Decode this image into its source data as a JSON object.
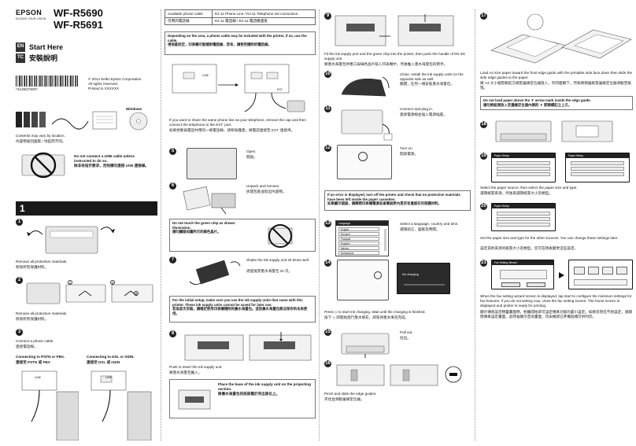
{
  "brand": {
    "logo": "EPSON",
    "tagline": "EXCEED YOUR VISION",
    "model1": "WF-R5690",
    "model2": "WF-R5691"
  },
  "languages": [
    {
      "code": "EN",
      "title": "Start Here"
    },
    {
      "code": "TC",
      "title": "安裝說明"
    }
  ],
  "doc": {
    "code": "*412847400*",
    "copyright": "© 2014 Seiko Epson Corporation.",
    "rights": "All rights reserved.",
    "printed": "Printed in XXXXXX",
    "windows_label": "Windows"
  },
  "col1": {
    "contents_en": "Contents may vary by location.",
    "contents_zh": "內容物會因國家 / 地區而不同。",
    "usb_en": "Do not connect a USB cable unless instructed to do so.",
    "usb_zh": "除非有指示要求，否則請勿連接 USB 連接線。",
    "section": "1",
    "step1_num": "1",
    "step1_en": "Remove all protective materials.",
    "step1_zh": "移除所有保護材料。",
    "step2_num": "2",
    "step2_en": "Remove all protective materials.",
    "step2_zh": "移除所有保護材料。",
    "step2_sub": [
      "1",
      "2",
      "3"
    ],
    "step3_num": "3",
    "step3_en": "Connect a phone cable.",
    "step3_zh": "連接電話線。",
    "pstn_en": "Connecting to PSTN or PBX.",
    "pstn_zh": "連接至 PSTN 或 PBX",
    "dsl_en": "Connecting to DSL or ISDN.",
    "dsl_zh": "連接至 DSL 或 ISDN",
    "line_label": "LINE"
  },
  "col2": {
    "table_rows": [
      [
        "Available phone cable",
        "RJ-11 Phone Line / RJ-11 Telephone set connection."
      ],
      [
        "可用的電話線",
        "RJ-11 電話線 / RJ-11 電話機連接"
      ]
    ],
    "dep_en": "Depending on the area, a phone cable may be included with the printer, if so, use the cable.",
    "dep_zh": "視地區而定，印表機可能隨附電話線，若有，請使用隨附的電話線。",
    "line_label": "LINE",
    "ext_label": "EXT.",
    "share_en": "If you want to share the same phone line as your telephone, remove the cap and then connect the telephone to the EXT. port.",
    "share_zh": "如果想要與電話共用同一條電話線，請移除護蓋，將電話連接至 EXT. 連接埠。",
    "step5_num": "5",
    "step5_en": "Open.",
    "step5_zh": "開啟。",
    "step6_num": "6",
    "step6_en": "Unpack and remove.",
    "step6_zh": "拆開包裝並取出內容物。",
    "chip_en": "Do not touch the green chip as shown illustration.",
    "chip_zh": "請勿觸碰如圖所示的綠色晶片。",
    "step7_num": "7",
    "step7_en": "Shake the ink supply unit 20 times well.",
    "step7_zh": "適當搖晃墨水海量包 20 次。",
    "init_en": "For the initial setup, make sure you use the ink supply units that came with this printer. These ink supply units cannot be saved for later use.",
    "init_zh": "若為首次安裝，請確定使用印表機隨附的墨水海量包。這些墨水海量包無法保存供未來使用。",
    "step8_num": "8",
    "step8_en": "Push to insert the ink supply unit.",
    "step8_zh": "將墨水海量包推入。",
    "base_en": "Place the base of the ink supply unit on the projecting section.",
    "base_zh": "將墨水海量包的底部靠於突出部位上。"
  },
  "col3": {
    "step9_num": "9",
    "step9_en": "Fit the ink supply port and the green chip into the printer, then push the handle of the ink supply unit.",
    "step9_zh": "將墨水海量包供墨口與綠色晶片裝入印表機中，然後推入墨水海量包的把手。",
    "step10_num": "10",
    "step10_en": "Close. Install the ink supply units on the opposite side as well.",
    "step10_zh": "關閉，在另一側安裝墨水海量包。",
    "step11_num": "11",
    "step11_en": "Connect and plug in.",
    "step11_zh": "連接電源線並插入電源插座。",
    "step12_num": "12",
    "step12_en": "Turn on.",
    "step12_zh": "開啟電源。",
    "err_en": "If an error is displayed, turn off the printer and check that no protective materials have been left inside the paper cassettes.",
    "err_zh": "如果顯示錯誤，請關閉印表機電源並查看紙匣內是否有遺留任何保護材料。",
    "step13_num": "13",
    "step13_en": "Select a language, country and time.",
    "step13_zh": "選擇語言、國家及時間。",
    "lang_menu": [
      "Language",
      "English",
      "Deutsch",
      "Français",
      "Español",
      "Italiano",
      "Nederlands"
    ],
    "step14_num": "14",
    "charge_en": "Press ◇ to start ink charging. Wait until the charging is finished.",
    "charge_zh": "按下 ◇ 即開始進行墨水填充，請等待墨水填充完成。",
    "charge_screen": "Ink charging",
    "step15_num": "15",
    "step15_en": "Pull out.",
    "step15_zh": "拉出。",
    "step16_num": "16",
    "step16_en": "Pinch and slide the edge guides.",
    "step16_zh": "夾住並滑動邊緣定位器。"
  },
  "col4": {
    "step17_num": "17",
    "step17_en": "Load A4 size paper toward the front edge guide with the printable side face down then slide the side edge guides to the paper.",
    "step17_zh": "將 A4 大小紙張朝前方紙張邊緣定位器放入，列印面朝下，然後將側邊紙張邊緣定位器滑動至紙張。",
    "above_en": "Do not load paper above the ▼ arrow mark inside the edge guide.",
    "above_zh": "請勿將紙張放入至邊緣定位器內側的 ▼ 箭頭標記之上方。",
    "step18_num": "18",
    "step19_num": "19",
    "step19_en": "Select the paper source, then select the paper size and type.",
    "step19_zh": "選擇紙張來源，然後再選擇紙張大小及類型。",
    "paper_setup": "Paper Setup",
    "step20_num": "20",
    "step20_en": "Set the paper size and type for the other sources. You can change these settings later.",
    "step20_zh": "設定其他來源的紙張大小及類型，您可在稍後變更這些設定。",
    "step21_num": "21",
    "fax_screen": "Fax Setting Wizard",
    "fax_en": "When the fax setting wizard screen is displayed, tap start to configure the minimum settings for fax features. If you do not setting now, close the fax setting screen. The home screen is displayed and printer is ready for printing.",
    "fax_zh": "顯示傳真設定精靈畫面時，輕觸開始即可設定傳真功能的最小設定。如果您現在不想設定，請關閉傳真設定畫面，此時會顯示首頁畫面，印表機即已準備就緒可供列印。"
  }
}
